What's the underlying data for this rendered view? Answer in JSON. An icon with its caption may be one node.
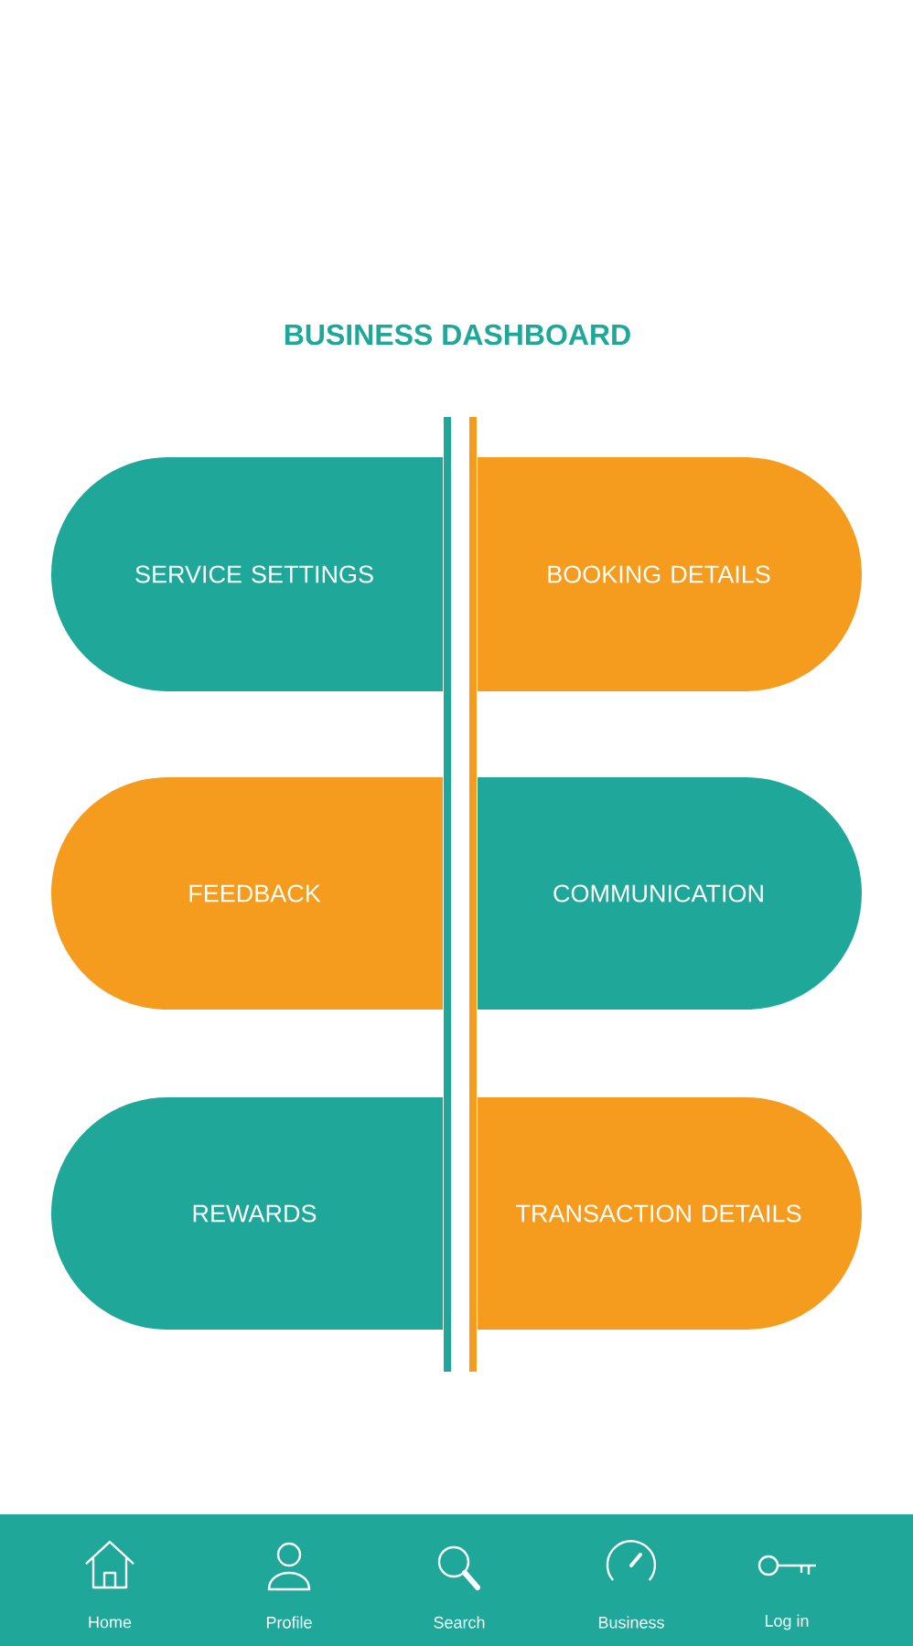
{
  "diagram": {
    "title": "BUSINESS DASHBOARD",
    "nodes": [
      {
        "text": [
          "SERVICE SETTINGS"
        ]
      },
      {
        "text": [
          "BOOKING DETAILS"
        ]
      },
      {
        "text": [
          "FEEDBACK"
        ]
      },
      {
        "text": [
          "COMMUNICATION"
        ]
      },
      {
        "text": [
          "REWARDS"
        ]
      },
      {
        "text": [
          "TRANSACTION DETAILS"
        ]
      }
    ],
    "labels": [
      "Home",
      "Profile",
      "Search",
      "Business",
      "Log in"
    ]
  }
}
